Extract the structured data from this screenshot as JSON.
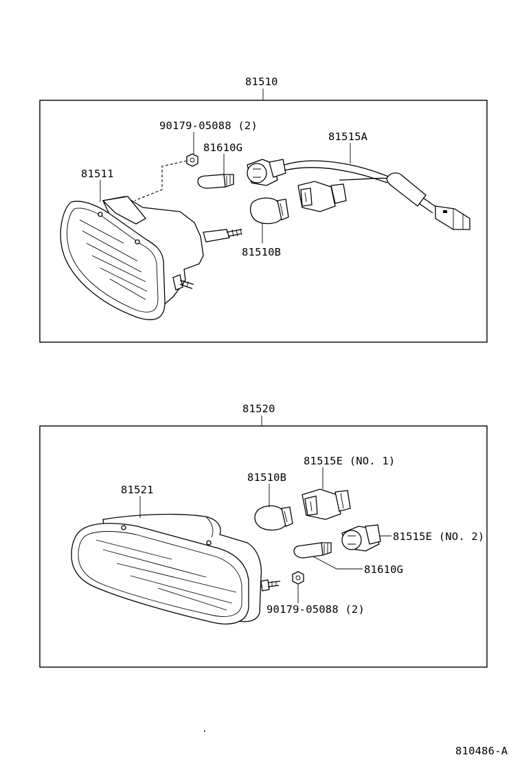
{
  "assemblies": [
    {
      "number": "81510",
      "parts": {
        "nut": "90179-05088 (2)",
        "bulb_small": "81610G",
        "wire_socket": "81515A",
        "lens_housing": "81511",
        "bulb_large": "81510B"
      }
    },
    {
      "number": "81520",
      "parts": {
        "lens_housing": "81521",
        "bulb_large": "81510B",
        "socket_no1": "81515E (NO. 1)",
        "socket_no2": "81515E (NO. 2)",
        "bulb_small": "81610G",
        "nut": "90179-05088 (2)"
      }
    }
  ],
  "figure_code": "810486-A"
}
